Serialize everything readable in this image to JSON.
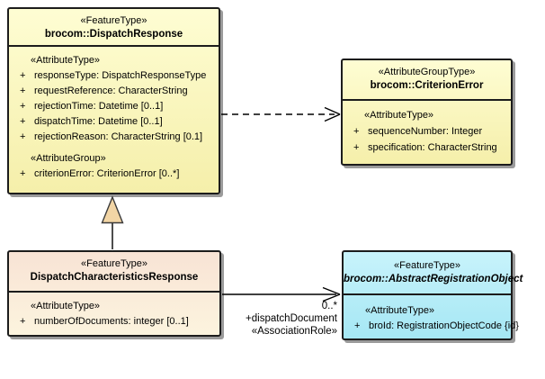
{
  "colors": {
    "canvas_bg": "#FFFFFF",
    "yellow_top": "#FEFDD3",
    "yellow_bottom": "#F5EFAA",
    "peach_top": "#F8E3D5",
    "peach_bottom": "#FCF4DE",
    "cyan_top": "#C8F3FB",
    "cyan_bottom": "#A5E7F4",
    "border": "#1C1C1C",
    "shadow": "#9B9B9B",
    "line": "#000000",
    "triangle_fill": "#F2D5A5"
  },
  "classes": [
    {
      "id": "dispatch-response",
      "stereotype": "«FeatureType»",
      "name": "brocom::DispatchResponse",
      "groups": [
        {
          "stereotype": "«AttributeType»",
          "attributes": [
            {
              "vis": "+",
              "text": "responseType: DispatchResponseType"
            },
            {
              "vis": "+",
              "text": "requestReference: CharacterString"
            },
            {
              "vis": "+",
              "text": "rejectionTime: Datetime [0..1]"
            },
            {
              "vis": "+",
              "text": "dispatchTime: Datetime [0..1]"
            },
            {
              "vis": "+",
              "text": "rejectionReason: CharacterString [0.1]"
            }
          ]
        },
        {
          "stereotype": "«AttributeGroup»",
          "attributes": [
            {
              "vis": "+",
              "text": "criterionError: CriterionError [0..*]"
            }
          ]
        }
      ]
    },
    {
      "id": "criterion-error",
      "stereotype": "«AttributeGroupType»",
      "name": "brocom::CriterionError",
      "groups": [
        {
          "stereotype": "«AttributeType»",
          "attributes": [
            {
              "vis": "+",
              "text": "sequenceNumber: Integer"
            },
            {
              "vis": "+",
              "text": "specification: CharacterString"
            }
          ]
        }
      ]
    },
    {
      "id": "dispatch-characteristics-response",
      "stereotype": "«FeatureType»",
      "name": "DispatchCharacteristicsResponse",
      "groups": [
        {
          "stereotype": "«AttributeType»",
          "attributes": [
            {
              "vis": "+",
              "text": "numberOfDocuments: integer [0..1]"
            }
          ]
        }
      ]
    },
    {
      "id": "abstract-registration-object",
      "stereotype": "«FeatureType»",
      "name": "brocom::AbstractRegistrationObject",
      "groups": [
        {
          "stereotype": "«AttributeType»",
          "attributes": [
            {
              "vis": "+",
              "text": "broId: RegistrationObjectCode {id}"
            }
          ]
        }
      ]
    }
  ],
  "connectors": {
    "generalization": {
      "from": "DispatchCharacteristicsResponse",
      "to": "brocom::DispatchResponse"
    },
    "dependency": {
      "from": "brocom::DispatchResponse",
      "to": "brocom::CriterionError"
    },
    "association": {
      "multiplicity": "0..*",
      "role": "+dispatchDocument",
      "stereotype": "«AssociationRole»"
    }
  }
}
